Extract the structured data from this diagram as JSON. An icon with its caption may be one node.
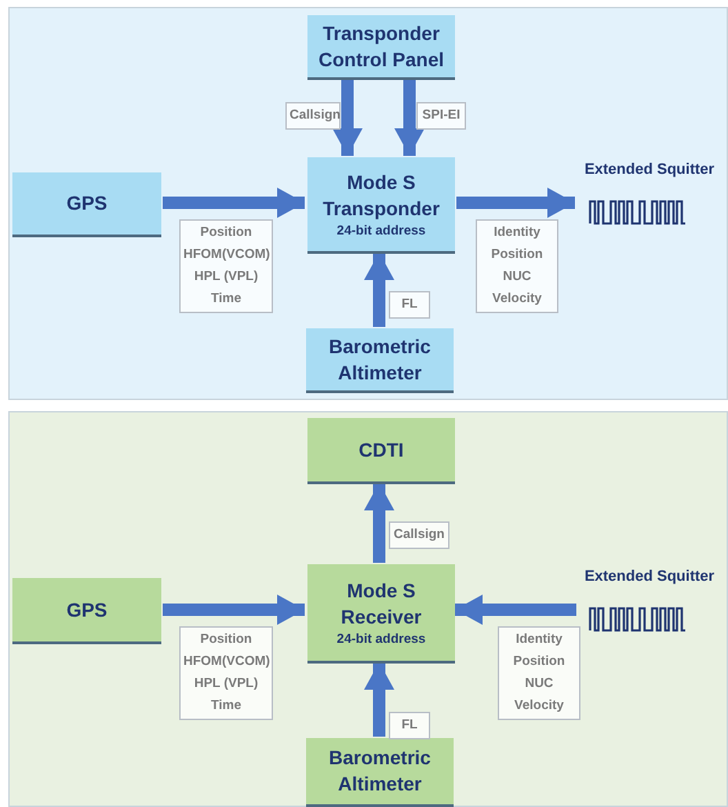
{
  "diagram": {
    "nodes": [
      {
        "text": [],
        "shape": "box"
      },
      {
        "text": [
          "Transponder Control Panel"
        ],
        "in": 0
      },
      {
        "text": [
          "GPS"
        ],
        "in": 0
      },
      {
        "text": [
          "Mode S Transponder",
          "24-bit address"
        ],
        "in": 0
      },
      {
        "text": [
          "Extended Squitter"
        ],
        "in": 0
      },
      {
        "text": [
          "Barometric Altimeter"
        ],
        "in": 0
      },
      {
        "text": [],
        "shape": "box"
      },
      {
        "text": [
          "CDTI"
        ],
        "in": 6
      },
      {
        "text": [
          "GPS"
        ],
        "in": 6
      },
      {
        "text": [
          "Mode S Receiver",
          "24-bit address"
        ],
        "in": 6
      },
      {
        "text": [
          "Extended Squitter"
        ],
        "in": 6
      },
      {
        "text": [
          "Barometric Altimeter"
        ],
        "in": 6
      }
    ],
    "edges": [
      {
        "from": 1,
        "to": 3,
        "arrow": "to",
        "label": "Callsign"
      },
      {
        "from": 1,
        "to": 3,
        "arrow": "to",
        "label": "SPI-EI"
      },
      {
        "from": 2,
        "to": 3,
        "arrow": "to",
        "label": "Position HFOM(VCOM) HPL (VPL) Time"
      },
      {
        "from": 3,
        "to": 4,
        "arrow": "to",
        "label": "Identity Position NUC Velocity"
      },
      {
        "from": 5,
        "to": 3,
        "arrow": "to",
        "label": "FL"
      },
      {
        "from": 9,
        "to": 7,
        "arrow": "to",
        "label": "Callsign"
      },
      {
        "from": 8,
        "to": 9,
        "arrow": "to",
        "label": "Position HFOM(VCOM) HPL (VPL) Time"
      },
      {
        "from": 10,
        "to": 9,
        "arrow": "to",
        "label": "Identity Position NUC Velocity"
      },
      {
        "from": 11,
        "to": 9,
        "arrow": "to",
        "label": "FL"
      }
    ]
  }
}
